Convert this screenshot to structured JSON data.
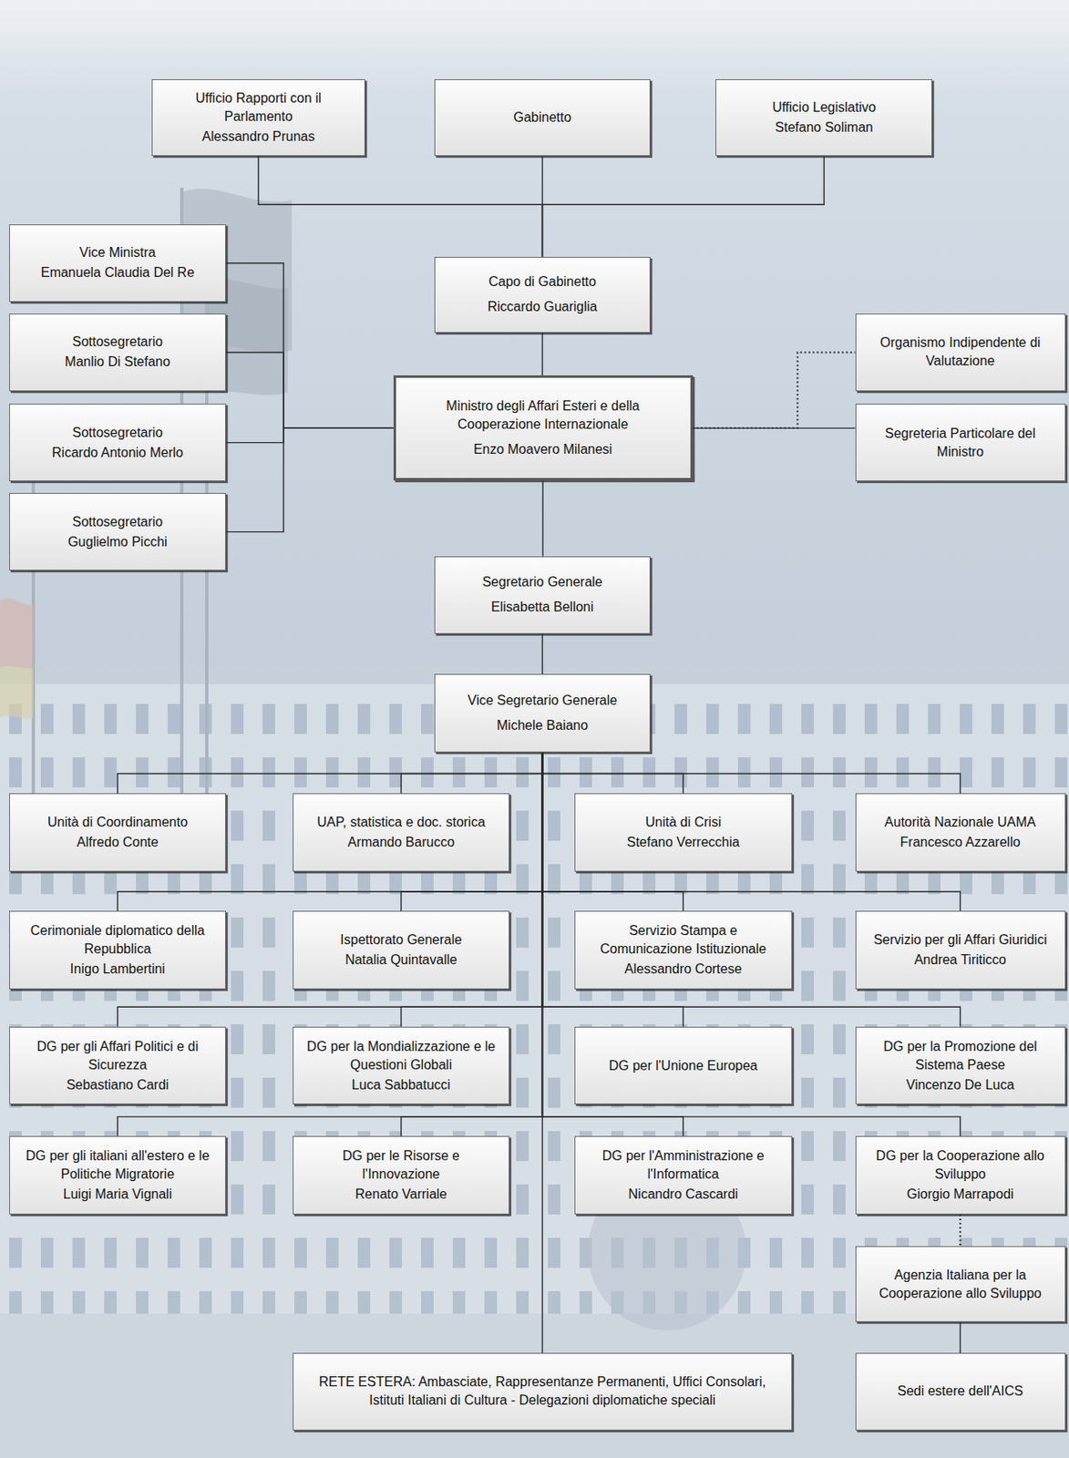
{
  "diagram": {
    "nodes": [
      {
        "text": [
          "Ufficio Rapporti con il Parlamento",
          "Alessandro Prunas"
        ]
      },
      {
        "text": [
          "Gabinetto"
        ]
      },
      {
        "text": [
          "Ufficio Legislativo",
          "Stefano Soliman"
        ]
      },
      {
        "text": [
          "Vice Ministra",
          "Emanuela Claudia Del Re"
        ]
      },
      {
        "text": [
          "Sottosegretario",
          "Manlio Di Stefano"
        ]
      },
      {
        "text": [
          "Sottosegretario",
          "Ricardo Antonio Merlo"
        ]
      },
      {
        "text": [
          "Sottosegretario",
          "Guglielmo Picchi"
        ]
      },
      {
        "text": [
          "Capo di Gabinetto",
          "Riccardo Guariglia"
        ]
      },
      {
        "text": [
          "Ministro degli Affari Esteri e della Cooperazione Internazionale",
          "Enzo Moavero Milanesi"
        ]
      },
      {
        "text": [
          "Organismo Indipendente di Valutazione"
        ]
      },
      {
        "text": [
          "Segreteria Particolare del Ministro"
        ]
      },
      {
        "text": [
          "Segretario Generale",
          "Elisabetta Belloni"
        ]
      },
      {
        "text": [
          "Vice Segretario Generale",
          "Michele Baiano"
        ]
      },
      {
        "text": [
          "Unità di Coordinamento",
          "Alfredo Conte"
        ]
      },
      {
        "text": [
          "UAP, statistica e doc. storica",
          "Armando Barucco"
        ]
      },
      {
        "text": [
          "Unità di Crisi",
          "Stefano Verrecchia"
        ]
      },
      {
        "text": [
          "Autorità Nazionale UAMA",
          "Francesco Azzarello"
        ]
      },
      {
        "text": [
          "Cerimoniale diplomatico della Repubblica",
          "Inigo Lambertini"
        ]
      },
      {
        "text": [
          "Ispettorato Generale",
          "Natalia Quintavalle"
        ]
      },
      {
        "text": [
          "Servizio Stampa e Comunicazione Istituzionale",
          "Alessandro Cortese"
        ]
      },
      {
        "text": [
          "Servizio per gli Affari Giuridici",
          "Andrea Tiriticco"
        ]
      },
      {
        "text": [
          "DG per gli Affari Politici e di Sicurezza",
          "Sebastiano Cardi"
        ]
      },
      {
        "text": [
          "DG per la Mondializzazione e le Questioni Globali",
          "Luca Sabbatucci"
        ]
      },
      {
        "text": [
          "DG per l'Unione Europea"
        ]
      },
      {
        "text": [
          "DG per la Promozione del Sistema Paese",
          "Vincenzo De Luca"
        ]
      },
      {
        "text": [
          "DG per gli italiani all'estero e le Politiche Migratorie",
          "Luigi Maria Vignali"
        ]
      },
      {
        "text": [
          "DG per le Risorse e l'Innovazione",
          "Renato Varriale"
        ]
      },
      {
        "text": [
          "DG per l'Amministrazione e l'Informatica",
          "Nicandro Cascardi"
        ]
      },
      {
        "text": [
          "DG per la Cooperazione allo Sviluppo",
          "Giorgio Marrapodi"
        ]
      },
      {
        "text": [
          "Agenzia Italiana per la Cooperazione allo Sviluppo"
        ]
      },
      {
        "text": [
          "RETE ESTERA: Ambasciate, Rappresentanze Permanenti, Uffici Consolari, Istituti Italiani di Cultura - Delegazioni diplomatiche speciali"
        ]
      },
      {
        "text": [
          "Sedi estere dell'AICS"
        ]
      }
    ],
    "edges": [
      {
        "from": 0,
        "to": 7,
        "arrow": "none"
      },
      {
        "from": 1,
        "to": 7,
        "arrow": "none"
      },
      {
        "from": 2,
        "to": 7,
        "arrow": "none"
      },
      {
        "from": 7,
        "to": 8,
        "arrow": "none"
      },
      {
        "from": 3,
        "to": 8,
        "arrow": "none"
      },
      {
        "from": 4,
        "to": 8,
        "arrow": "none"
      },
      {
        "from": 5,
        "to": 8,
        "arrow": "none"
      },
      {
        "from": 6,
        "to": 8,
        "arrow": "none"
      },
      {
        "from": 8,
        "to": 9,
        "arrow": "none"
      },
      {
        "from": 8,
        "to": 10,
        "arrow": "none"
      },
      {
        "from": 8,
        "to": 11,
        "arrow": "none"
      },
      {
        "from": 11,
        "to": 12,
        "arrow": "none"
      },
      {
        "from": 12,
        "to": 13,
        "arrow": "none"
      },
      {
        "from": 12,
        "to": 14,
        "arrow": "none"
      },
      {
        "from": 12,
        "to": 15,
        "arrow": "none"
      },
      {
        "from": 12,
        "to": 16,
        "arrow": "none"
      },
      {
        "from": 12,
        "to": 17,
        "arrow": "none"
      },
      {
        "from": 12,
        "to": 18,
        "arrow": "none"
      },
      {
        "from": 12,
        "to": 19,
        "arrow": "none"
      },
      {
        "from": 12,
        "to": 20,
        "arrow": "none"
      },
      {
        "from": 12,
        "to": 21,
        "arrow": "none"
      },
      {
        "from": 12,
        "to": 22,
        "arrow": "none"
      },
      {
        "from": 12,
        "to": 23,
        "arrow": "none"
      },
      {
        "from": 12,
        "to": 24,
        "arrow": "none"
      },
      {
        "from": 12,
        "to": 25,
        "arrow": "none"
      },
      {
        "from": 12,
        "to": 26,
        "arrow": "none"
      },
      {
        "from": 12,
        "to": 27,
        "arrow": "none"
      },
      {
        "from": 12,
        "to": 28,
        "arrow": "none"
      },
      {
        "from": 12,
        "to": 30,
        "arrow": "none"
      },
      {
        "from": 28,
        "to": 29,
        "arrow": "none"
      },
      {
        "from": 29,
        "to": 31,
        "arrow": "none"
      }
    ]
  }
}
